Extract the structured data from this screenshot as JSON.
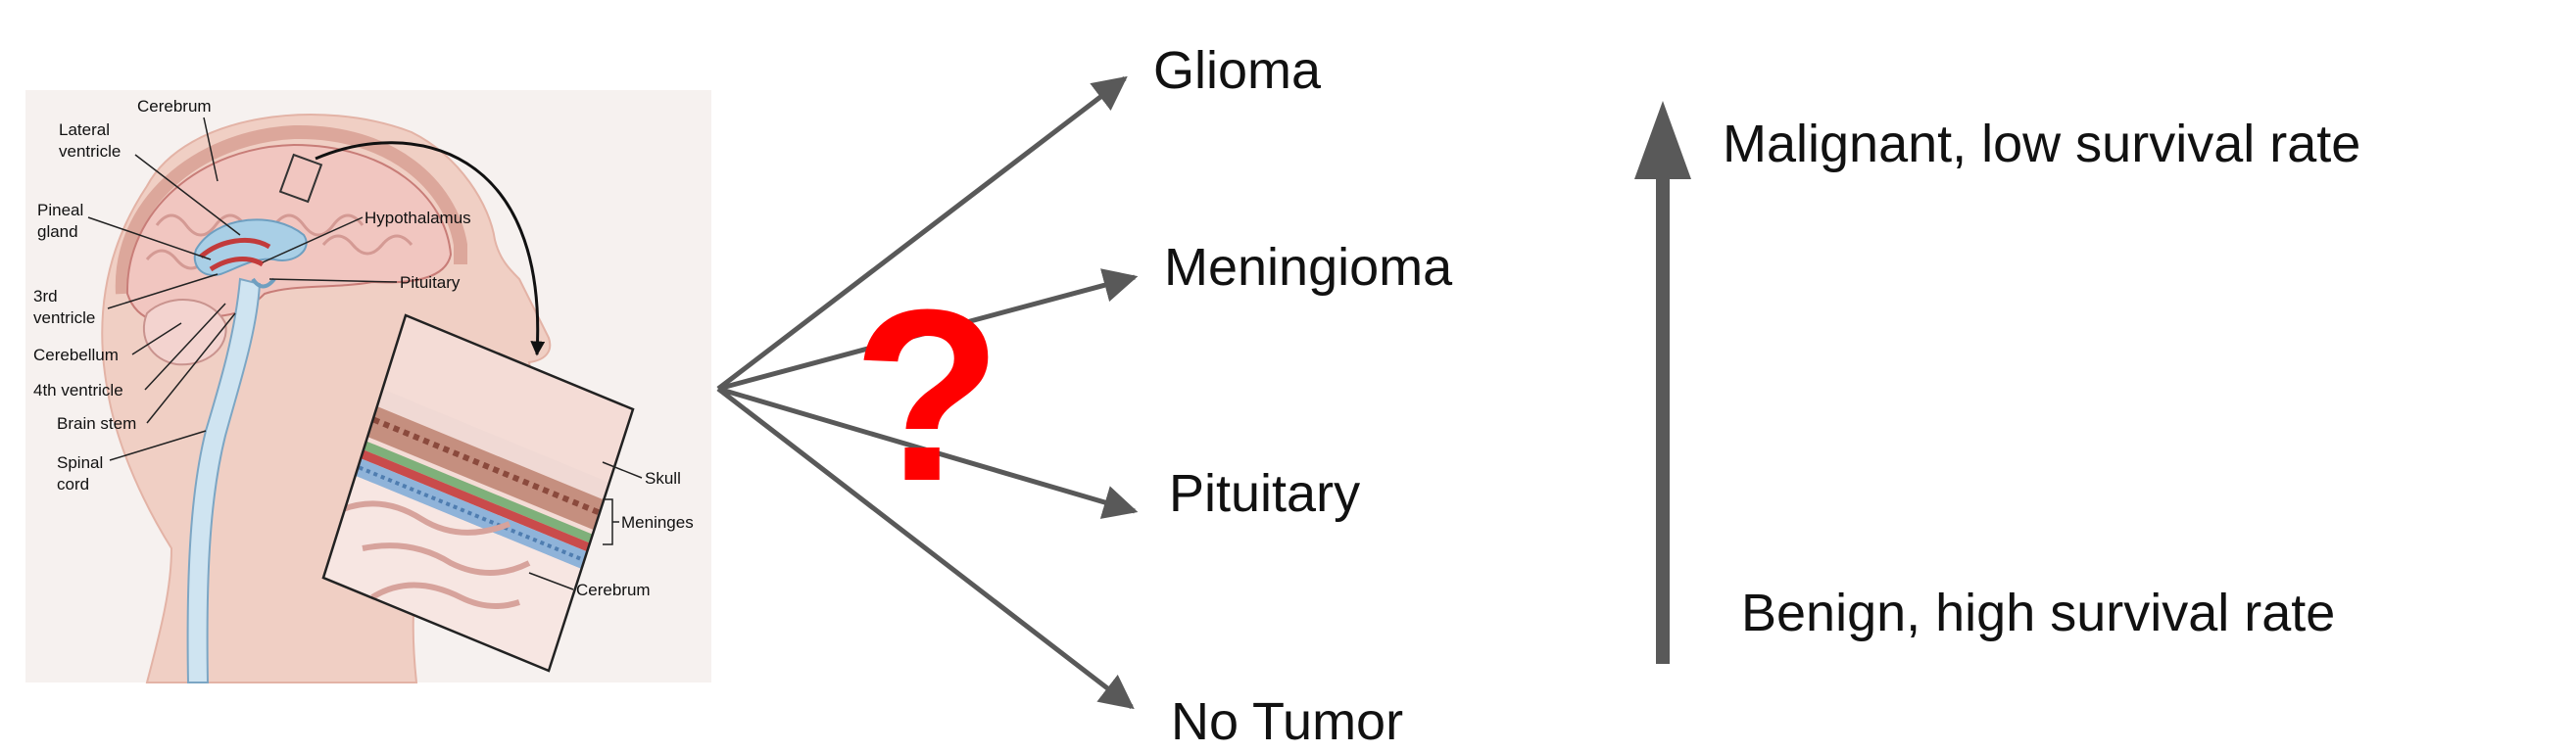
{
  "anatomy": {
    "labels": {
      "cerebrum_top": "Cerebrum",
      "lateral_line1": "Lateral",
      "lateral_line2": "ventricle",
      "pineal_line1": "Pineal",
      "pineal_line2": "gland",
      "third_line1": "3rd",
      "third_line2": "ventricle",
      "cerebellum": "Cerebellum",
      "fourth_ventricle": "4th ventricle",
      "brain_stem": "Brain stem",
      "spinal_line1": "Spinal",
      "spinal_line2": "cord",
      "hypothalamus": "Hypothalamus",
      "pituitary": "Pituitary",
      "skull": "Skull",
      "meninges": "Meninges",
      "cerebrum_inset": "Cerebrum"
    }
  },
  "question_mark": "?",
  "classes": [
    "Glioma",
    "Meningioma",
    "Pituitary",
    "No Tumor"
  ],
  "scale": {
    "top": "Malignant, low survival rate",
    "bottom": "Benign, high survival rate"
  },
  "colors": {
    "arrow": "#595959",
    "question": "#ff0000",
    "skin": "#f0cfc4",
    "brain": "#f1c6c0",
    "csf": "#a9cfe6"
  }
}
